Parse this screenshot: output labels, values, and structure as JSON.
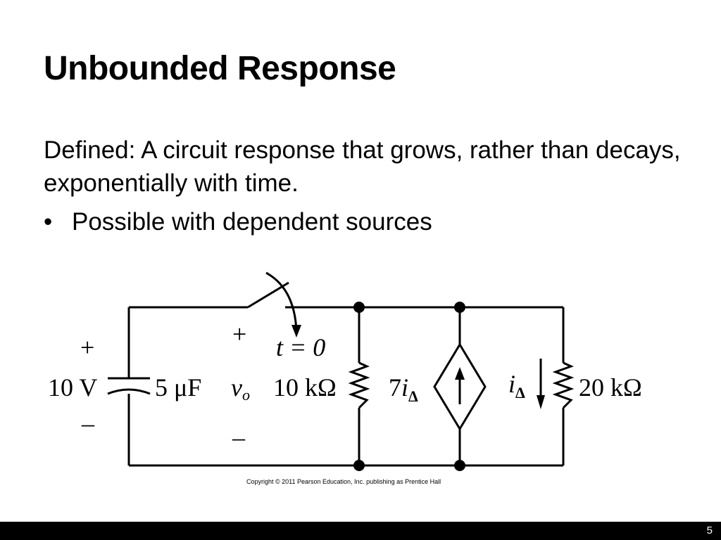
{
  "slide": {
    "title": "Unbounded Response",
    "definition": "Defined: A circuit response that grows, rather than decays, exponentially with time.",
    "bullet_symbol": "•",
    "bullet": "Possible with dependent sources",
    "page_number": "5"
  },
  "circuit": {
    "source_voltage": "10 V",
    "capacitor": "5 μF",
    "vo_symbol": "v",
    "vo_subscript": "o",
    "plus": "+",
    "minus": "–",
    "switch_time": "t = 0",
    "resistor_left": "10 kΩ",
    "dependent_source_coef": "7",
    "current_symbol": "i",
    "delta": "Δ",
    "resistor_right": "20 kΩ",
    "copyright": "Copyright © 2011 Pearson Education, Inc. publishing as Prentice Hall"
  }
}
